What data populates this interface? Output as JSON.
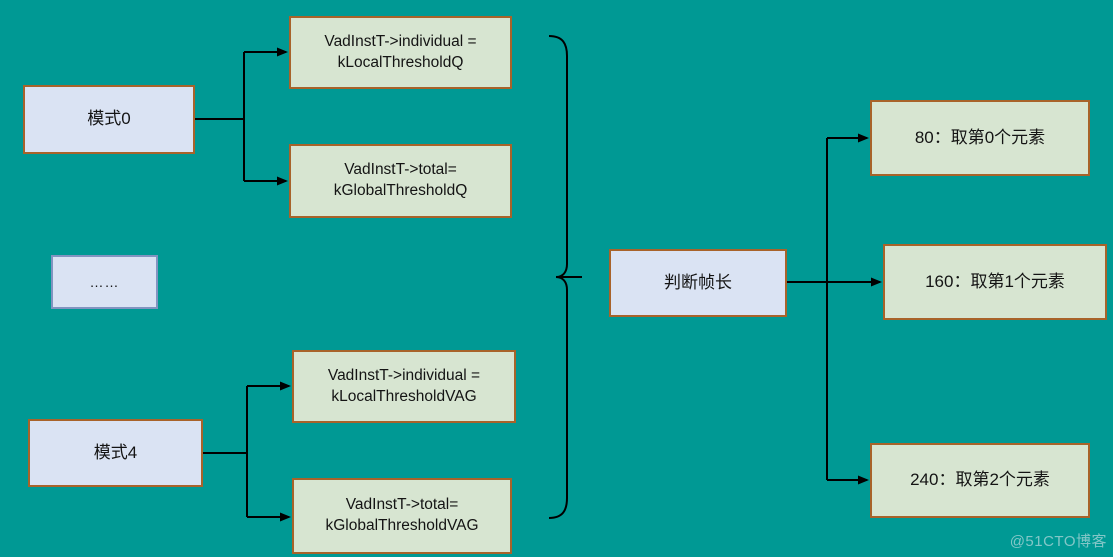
{
  "diagram": {
    "title": "VAD mode threshold and frame-length selection flowchart",
    "colors": {
      "background": "#009994",
      "node_fill_blue": "#dae3f3",
      "node_fill_green": "#d7e5d1",
      "border_brown": "#a8632a",
      "border_slate": "#8294c0",
      "connector": "#000000",
      "text": "#141414",
      "watermark": "#d9e5e9"
    },
    "nodes": {
      "mode0": {
        "label": "模式0"
      },
      "dots": {
        "label": "……"
      },
      "mode4": {
        "label": "模式4"
      },
      "individual_q": {
        "line1": "VadInstT->individual =",
        "line2": "kLocalThresholdQ"
      },
      "total_q": {
        "line1": "VadInstT->total=",
        "line2": "kGlobalThresholdQ"
      },
      "individual_vag": {
        "line1": "VadInstT->individual =",
        "line2": "kLocalThresholdVAG"
      },
      "total_vag": {
        "line1": "VadInstT->total=",
        "line2": "kGlobalThresholdVAG"
      },
      "judge_frame_length": {
        "label": "判断帧长"
      },
      "len80": {
        "label": "80：取第0个元素"
      },
      "len160": {
        "label": "160：取第1个元素"
      },
      "len240": {
        "label": "240：取第2个元素"
      }
    },
    "watermark": "@51CTO博客"
  }
}
